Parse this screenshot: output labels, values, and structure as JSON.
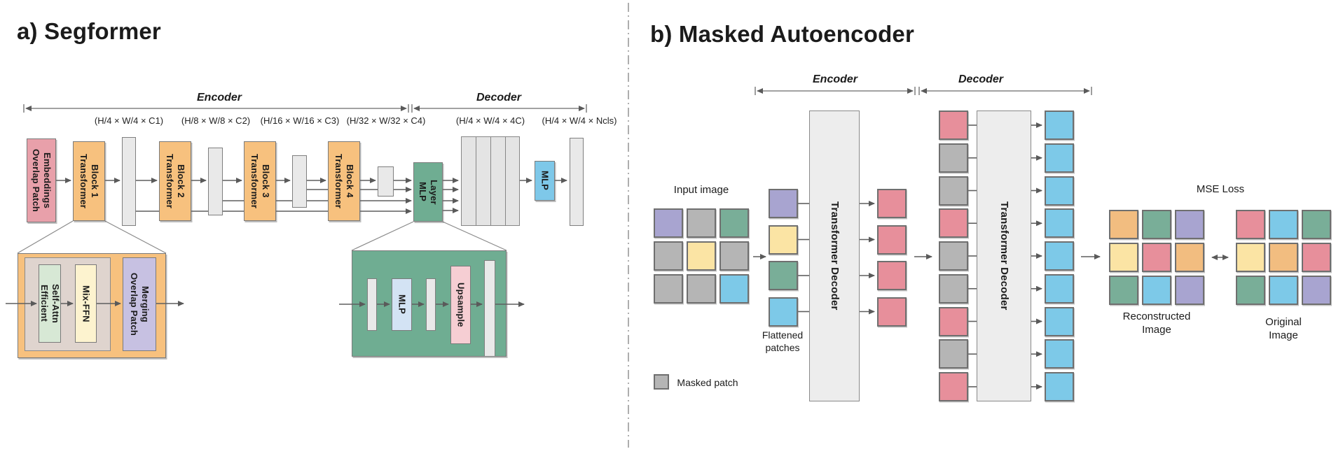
{
  "panel_a": {
    "title": "a) Segformer",
    "encoder_label": "Encoder",
    "decoder_label": "Decoder",
    "dim_labels": [
      "(H/4 × W/4 × C1)",
      "(H/8 × W/8 × C2)",
      "(H/16 × W/16 × C3)",
      "(H/32 × W/32 × C4)",
      "(H/4 × W/4 × 4C)",
      "(H/4 × W/4 × Ncls)"
    ],
    "blocks": {
      "overlap_patch_embeddings": "Overlap Patch\nEmbeddings",
      "transformer_block_1": "Transformer\nBlock 1",
      "transformer_block_2": "Transformer\nBlock 2",
      "transformer_block_3": "Transformer\nBlock 3",
      "transformer_block_4": "Transformer\nBlock 4",
      "mlp_layer": "MLP\nLayer",
      "mlp": "MLP"
    },
    "detail_transformer_block": {
      "efficient_self_attn": "Efficient\nSelf-Attn",
      "mix_ffn": "Mix-FFN",
      "overlap_patch_merging": "Overlap Patch\nMerging"
    },
    "detail_mlp_layer": {
      "mlp": "MLP",
      "upsample": "Upsample"
    },
    "colors": {
      "embeddings_pink": "#E8A0AA",
      "transformer_orange": "#F7C17E",
      "mlp_layer_green": "#6FAD92",
      "mlp_blue": "#7EC8E9",
      "self_attn_green": "#D7E8D5",
      "mix_ffn_yellow": "#FDF3CF",
      "patch_merging_lavender": "#C7C1E2",
      "inner_beige": "#DFD4CE",
      "detail_mlp_lightblue": "#D3E3F4",
      "upsample_pink": "#F6CED3"
    }
  },
  "panel_b": {
    "title": "b) Masked Autoencoder",
    "encoder_label": "Encoder",
    "decoder_label": "Decoder",
    "input_image_label": "Input image",
    "flattened_label": "Flattened\npatches",
    "masked_patch_label": "Masked patch",
    "encoder_box_label": "Transformer Decoder",
    "decoder_box_label": "Transformer Decoder",
    "mse_label": "MSE Loss",
    "reconstructed_label": "Reconstructed\nImage",
    "original_label": "Original Image",
    "grids": {
      "input": [
        [
          "purple",
          "gray",
          "green"
        ],
        [
          "gray",
          "yellow",
          "gray"
        ],
        [
          "gray",
          "gray",
          "blue"
        ]
      ],
      "flattened": [
        "purple",
        "yellow",
        "green",
        "blue"
      ],
      "encoder_out": [
        "pink",
        "pink",
        "pink",
        "pink"
      ],
      "decoder_in": [
        "pink",
        "gray",
        "gray",
        "pink",
        "gray",
        "gray",
        "pink",
        "gray",
        "pink"
      ],
      "decoder_out": [
        "blue",
        "blue",
        "blue",
        "blue",
        "blue",
        "blue",
        "blue",
        "blue",
        "blue"
      ],
      "reconstructed": [
        [
          "orange",
          "green",
          "purple"
        ],
        [
          "yellow",
          "pink",
          "orange"
        ],
        [
          "green",
          "blue",
          "purple"
        ]
      ],
      "original": [
        [
          "pink",
          "blue",
          "green"
        ],
        [
          "yellow",
          "orange",
          "pink"
        ],
        [
          "green",
          "blue",
          "purple"
        ]
      ]
    },
    "colors": {
      "purple": "#A8A4D0",
      "gray": "#B5B5B5",
      "green": "#79AE98",
      "yellow": "#FBE4A4",
      "blue": "#7DC9E8",
      "pink": "#E78F9B",
      "orange": "#F2BD80"
    }
  }
}
